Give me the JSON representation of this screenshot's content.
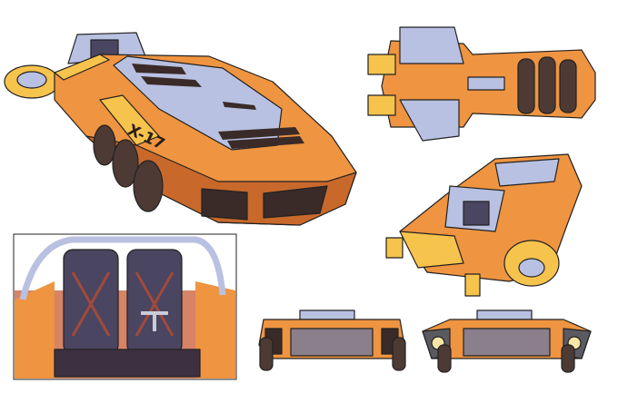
{
  "artwork": {
    "vehicle_marking": "X-17",
    "views": [
      "perspective-front",
      "top",
      "perspective-rear",
      "cockpit-interior",
      "front",
      "rear"
    ]
  },
  "colors": {
    "body_orange": "#ef9440",
    "body_shadow": "#c8692b",
    "trim_yellow": "#f6c34c",
    "canopy_lavender": "#b9c1e2",
    "wheel_brown": "#4d3a35",
    "vent_dark": "#3a2b28",
    "outline": "#222222"
  }
}
